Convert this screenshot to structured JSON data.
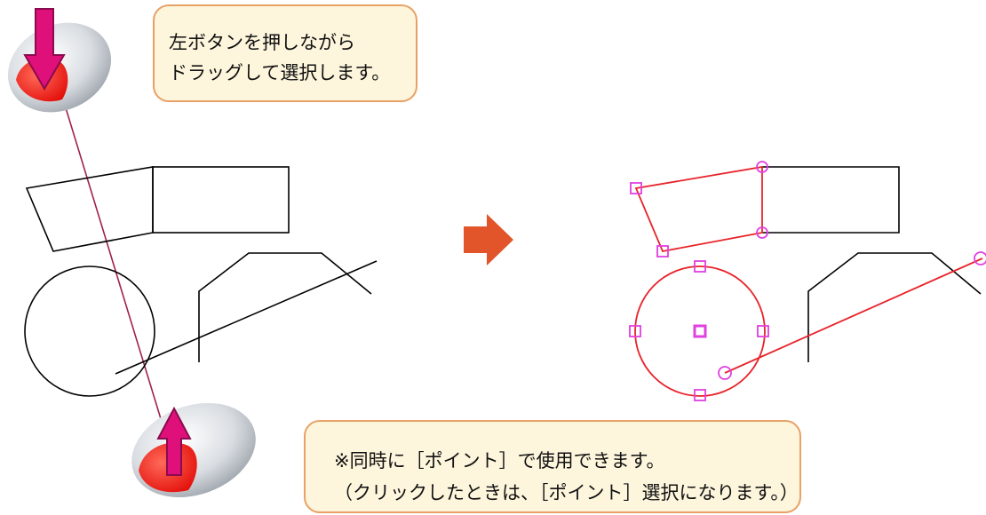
{
  "callouts": {
    "top": {
      "line1": "左ボタンを押しながら",
      "line2": "ドラッグして選択します。"
    },
    "bottom": {
      "line1": "※同時に［ポイント］で使用できます。",
      "line2": "（クリックしたときは、［ポイント］選択になります。）"
    }
  },
  "icons": {
    "mouse_top": "mouse-left-button-press-icon",
    "mouse_bottom": "mouse-left-button-release-icon",
    "arrow_right": "right-arrow-icon"
  },
  "colors": {
    "selected": "#e8232a",
    "handle": "#e040e0",
    "unselected": "#000000",
    "drag_line": "#a0224a",
    "callout_fill": "#fdf5dc",
    "callout_border": "#e8a165",
    "arrow": "#e2542a",
    "press_arrow": "#e0107a"
  }
}
